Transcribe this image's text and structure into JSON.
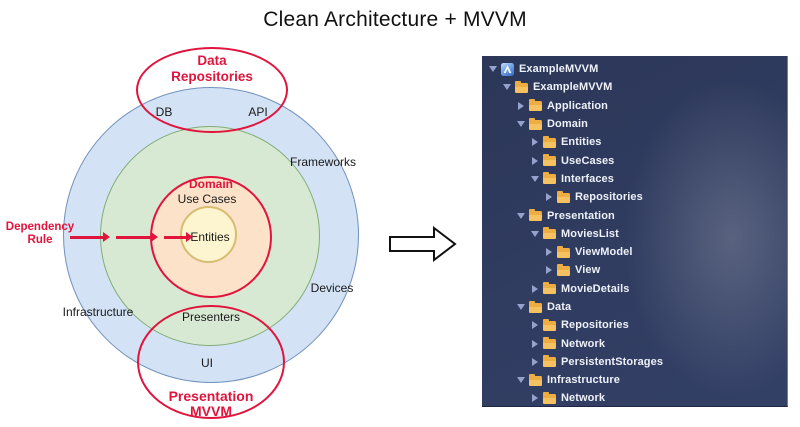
{
  "title": "Clean Architecture + MVVM",
  "colors": {
    "accent_red": "#e0143c",
    "ring_blue_fill": "#d3e2f4",
    "ring_blue_border": "#7191bd",
    "ring_green_fill": "#d8e9d3",
    "ring_green_border": "#81ad78",
    "ring_orange_fill": "#fbe2c8",
    "ring_yellow_fill": "#fdf4d0",
    "ring_yellow_border": "#d7bc72",
    "panel_background": "#2f3b5f",
    "folder_icon": "#eead43",
    "tree_text": "#eef1f8"
  },
  "diagram": {
    "labels": {
      "data_repositories_line1": "Data",
      "data_repositories_line2": "Repositories",
      "db": "DB",
      "api": "API",
      "frameworks": "Frameworks",
      "domain": "Domain",
      "use_cases": "Use Cases",
      "entities": "Entities",
      "devices": "Devices",
      "infrastructure": "Infrastructure",
      "presenters": "Presenters",
      "ui": "UI",
      "presentation_line1": "Presentation",
      "presentation_line2": "MVVM",
      "dependency_rule_line1": "Dependency",
      "dependency_rule_line2": "Rule"
    }
  },
  "file_tree": {
    "items": [
      {
        "label": "ExampleMVVM",
        "level": 0,
        "disclosure": "expanded",
        "icon": "project-icon"
      },
      {
        "label": "ExampleMVVM",
        "level": 1,
        "disclosure": "expanded",
        "icon": "folder-icon"
      },
      {
        "label": "Application",
        "level": 2,
        "disclosure": "collapsed",
        "icon": "folder-icon"
      },
      {
        "label": "Domain",
        "level": 2,
        "disclosure": "expanded",
        "icon": "folder-icon"
      },
      {
        "label": "Entities",
        "level": 3,
        "disclosure": "collapsed",
        "icon": "folder-icon"
      },
      {
        "label": "UseCases",
        "level": 3,
        "disclosure": "collapsed",
        "icon": "folder-icon"
      },
      {
        "label": "Interfaces",
        "level": 3,
        "disclosure": "expanded",
        "icon": "folder-icon"
      },
      {
        "label": "Repositories",
        "level": 4,
        "disclosure": "collapsed",
        "icon": "folder-icon"
      },
      {
        "label": "Presentation",
        "level": 2,
        "disclosure": "expanded",
        "icon": "folder-icon"
      },
      {
        "label": "MoviesList",
        "level": 3,
        "disclosure": "expanded",
        "icon": "folder-icon"
      },
      {
        "label": "ViewModel",
        "level": 4,
        "disclosure": "collapsed",
        "icon": "folder-icon"
      },
      {
        "label": "View",
        "level": 4,
        "disclosure": "collapsed",
        "icon": "folder-icon"
      },
      {
        "label": "MovieDetails",
        "level": 3,
        "disclosure": "collapsed",
        "icon": "folder-icon"
      },
      {
        "label": "Data",
        "level": 2,
        "disclosure": "expanded",
        "icon": "folder-icon"
      },
      {
        "label": "Repositories",
        "level": 3,
        "disclosure": "collapsed",
        "icon": "folder-icon"
      },
      {
        "label": "Network",
        "level": 3,
        "disclosure": "collapsed",
        "icon": "folder-icon"
      },
      {
        "label": "PersistentStorages",
        "level": 3,
        "disclosure": "collapsed",
        "icon": "folder-icon"
      },
      {
        "label": "Infrastructure",
        "level": 2,
        "disclosure": "expanded",
        "icon": "folder-icon"
      },
      {
        "label": "Network",
        "level": 3,
        "disclosure": "collapsed",
        "icon": "folder-icon"
      }
    ]
  }
}
